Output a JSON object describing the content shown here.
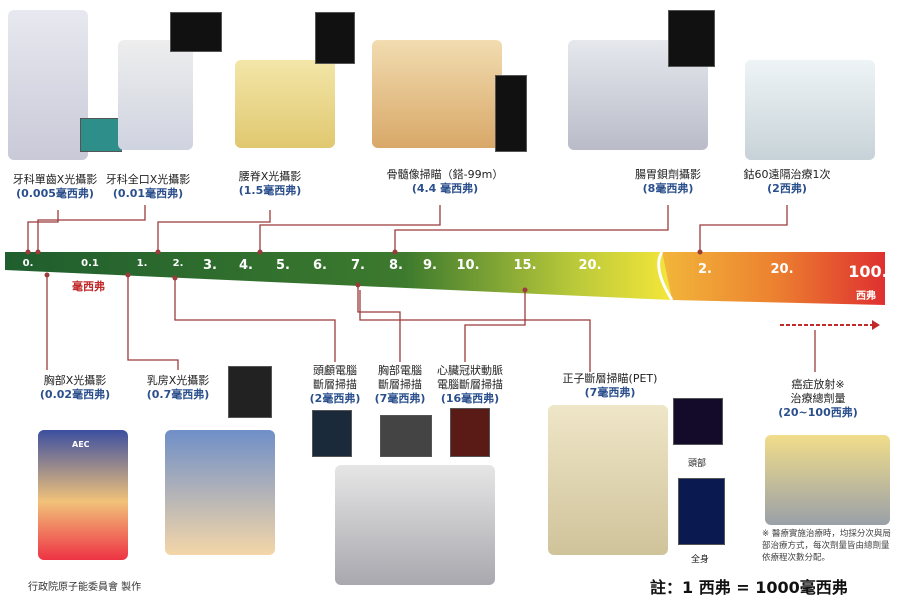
{
  "scale": {
    "ticks_msv": [
      "0.",
      "0.1",
      "1.",
      "2.",
      "3.",
      "4.",
      "5.",
      "6.",
      "7.",
      "8.",
      "9.",
      "10.",
      "15.",
      "20."
    ],
    "ticks_sv": [
      "2.",
      "20.",
      "100."
    ],
    "unit_msv": "毫西弗",
    "unit_sv": "西弗",
    "colors": {
      "start": "#1f5e2e",
      "mid": "#f5e63a",
      "orange": "#f0a030",
      "end": "#e03030",
      "connector": "#9b3b3b"
    }
  },
  "top_items": [
    {
      "name": "牙科單齒X光攝影",
      "dose": "(0.005毫西弗)"
    },
    {
      "name": "牙科全口X光攝影",
      "dose": "(0.01毫西弗)"
    },
    {
      "name": "腰脊X光攝影",
      "dose": "(1.5毫西弗)"
    },
    {
      "name": "骨髓像掃瞄（鎝-99m）",
      "dose": "(4.4 毫西弗)"
    },
    {
      "name": "腸胃鋇劑攝影",
      "dose": "(8毫西弗)"
    },
    {
      "name": "鈷60遠隔治療1次",
      "dose": "(2西弗)"
    }
  ],
  "bottom_items": [
    {
      "name": "胸部X光攝影",
      "dose": "(0.02毫西弗)"
    },
    {
      "name": "乳房X光攝影",
      "dose": "(0.7毫西弗)"
    },
    {
      "name": "頭顱電腦\n斷層掃描",
      "dose": "(2毫西弗)"
    },
    {
      "name": "胸部電腦\n斷層掃描",
      "dose": "(7毫西弗)"
    },
    {
      "name": "心臟冠狀動脈\n電腦斷層掃描",
      "dose": "(16毫西弗)"
    },
    {
      "name": "正子斷層掃瞄(PET)",
      "dose": "(7毫西弗)"
    },
    {
      "name": "癌症放射※\n治療總劑量",
      "dose": "(20~100西弗)"
    }
  ],
  "pet_captions": {
    "head": "頭部",
    "body": "全身"
  },
  "mascot_badge": "AEC",
  "footnote": "※ 醫療實施治療時，均採分次與局部治療方式，每次劑量皆由總劑量依療程次數分配。",
  "conversion_note": "註：1 西弗 = 1000毫西弗",
  "credit": "行政院原子能委員會 製作"
}
